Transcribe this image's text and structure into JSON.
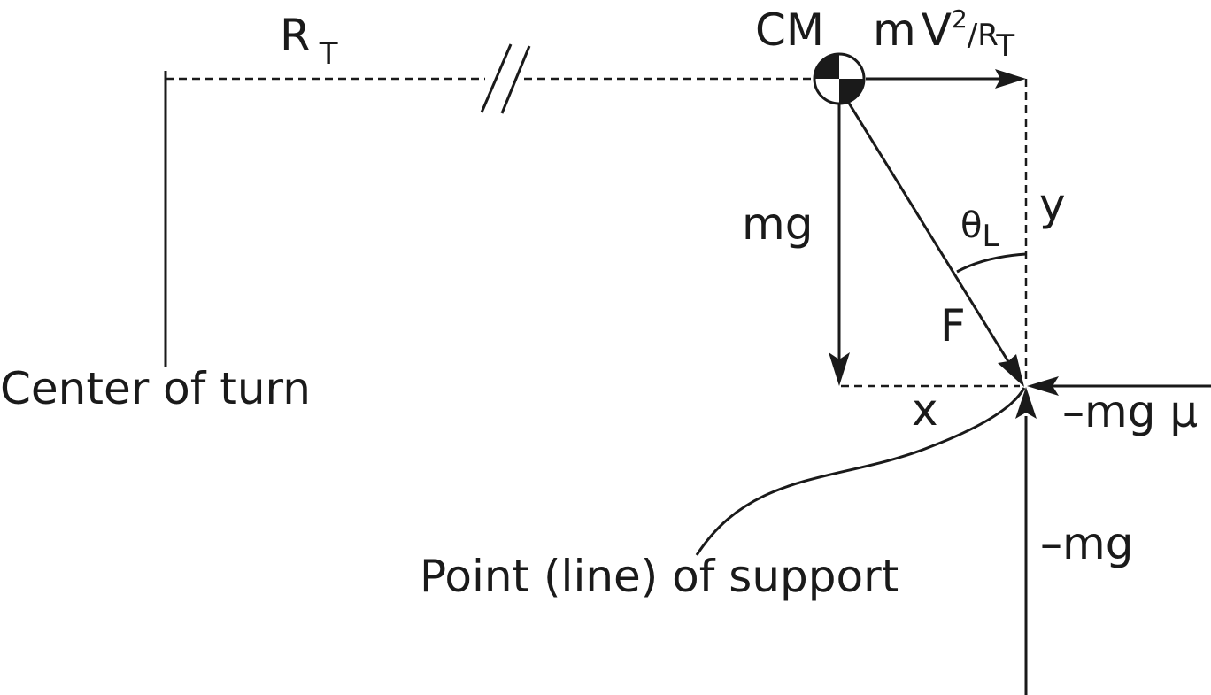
{
  "labels": {
    "turn_radius": "R",
    "turn_radius_sub": "T",
    "center_of_turn": "Center of turn",
    "cm": "CM",
    "centrifugal_m": "m",
    "centrifugal_v": "V",
    "centrifugal_exp": "2",
    "centrifugal_div": "/R",
    "centrifugal_sub": "T",
    "weight": "mg",
    "force": "F",
    "y": "y",
    "x": "x",
    "theta": "θ",
    "theta_sub": "L",
    "friction": "–mg μ",
    "reaction": "–mg",
    "support": "Point (line) of support"
  }
}
